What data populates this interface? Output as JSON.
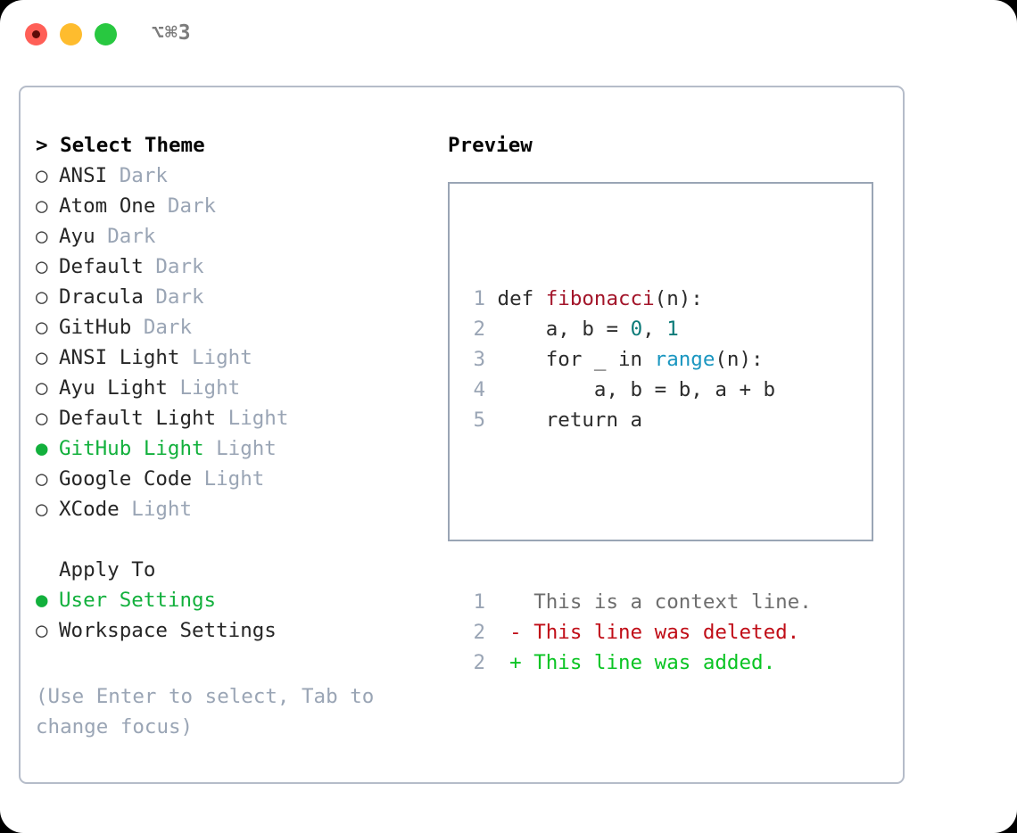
{
  "titlebar": {
    "shortcut": "⌥⌘3",
    "buttons": [
      "close",
      "minimize",
      "maximize"
    ]
  },
  "theme_picker": {
    "header": "> Select Theme",
    "marker_selected": "●",
    "marker_unselected": "○",
    "items": [
      {
        "marker": "○",
        "label": "ANSI",
        "tag": "Dark",
        "selected": false
      },
      {
        "marker": "○",
        "label": "Atom One",
        "tag": "Dark",
        "selected": false
      },
      {
        "marker": "○",
        "label": "Ayu",
        "tag": "Dark",
        "selected": false
      },
      {
        "marker": "○",
        "label": "Default",
        "tag": "Dark",
        "selected": false
      },
      {
        "marker": "○",
        "label": "Dracula",
        "tag": "Dark",
        "selected": false
      },
      {
        "marker": "○",
        "label": "GitHub",
        "tag": "Dark",
        "selected": false
      },
      {
        "marker": "○",
        "label": "ANSI Light",
        "tag": "Light",
        "selected": false
      },
      {
        "marker": "○",
        "label": "Ayu Light",
        "tag": "Light",
        "selected": false
      },
      {
        "marker": "○",
        "label": "Default Light",
        "tag": "Light",
        "selected": false
      },
      {
        "marker": "●",
        "label": "GitHub Light",
        "tag": "Light",
        "selected": true
      },
      {
        "marker": "○",
        "label": "Google Code",
        "tag": "Light",
        "selected": false
      },
      {
        "marker": "○",
        "label": "XCode",
        "tag": "Light",
        "selected": false
      }
    ]
  },
  "apply_to": {
    "header": "Apply To",
    "items": [
      {
        "marker": "●",
        "label": "User Settings",
        "selected": true
      },
      {
        "marker": "○",
        "label": "Workspace Settings",
        "selected": false
      }
    ]
  },
  "hint": "(Use Enter to select, Tab to change focus)",
  "preview": {
    "title": "Preview",
    "code_lines": [
      {
        "num": "1",
        "tokens": [
          {
            "text": "def ",
            "kind": "plain"
          },
          {
            "text": "fibonacci",
            "kind": "fn"
          },
          {
            "text": "(n):",
            "kind": "plain"
          }
        ]
      },
      {
        "num": "2",
        "tokens": [
          {
            "text": "    a, b = ",
            "kind": "plain"
          },
          {
            "text": "0",
            "kind": "num"
          },
          {
            "text": ", ",
            "kind": "plain"
          },
          {
            "text": "1",
            "kind": "num"
          }
        ]
      },
      {
        "num": "3",
        "tokens": [
          {
            "text": "    for _ in ",
            "kind": "plain"
          },
          {
            "text": "range",
            "kind": "builtin"
          },
          {
            "text": "(n):",
            "kind": "plain"
          }
        ]
      },
      {
        "num": "4",
        "tokens": [
          {
            "text": "        a, b = b, a + b",
            "kind": "plain"
          }
        ]
      },
      {
        "num": "5",
        "tokens": [
          {
            "text": "    return a",
            "kind": "plain"
          }
        ]
      }
    ],
    "diff_lines": [
      {
        "num": "1",
        "prefix": "  ",
        "text": "This is a context line.",
        "kind": "ctx"
      },
      {
        "num": "2",
        "prefix": "- ",
        "text": "This line was deleted.",
        "kind": "del"
      },
      {
        "num": "2",
        "prefix": "+ ",
        "text": "This line was added.",
        "kind": "add"
      }
    ]
  },
  "colors": {
    "accent_green": "#12b03c",
    "muted": "#9aa5b5",
    "fn_red": "#a3152a",
    "num_teal": "#0b7a78",
    "builtin_blue": "#1a96c0",
    "diff_del": "#c00d17",
    "diff_add": "#0ac423",
    "border": "#b5bcc9",
    "traffic_red": "#ff5f57",
    "traffic_yellow": "#febc2e",
    "traffic_green": "#28c840"
  }
}
